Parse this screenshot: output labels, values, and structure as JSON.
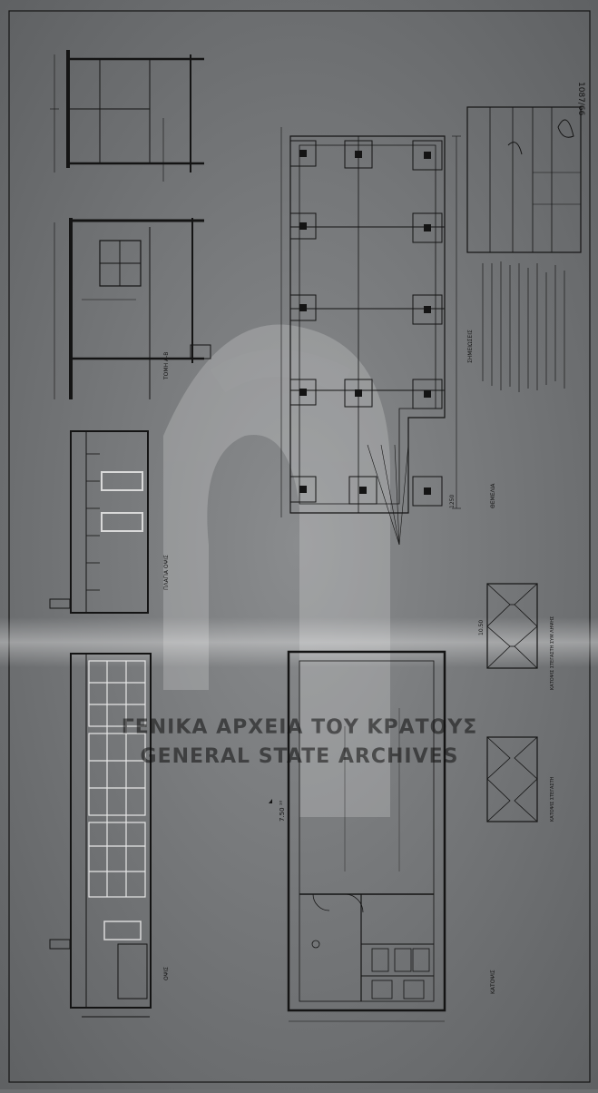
{
  "document": {
    "archive_ref": "1087/66",
    "watermark": {
      "line1": "ΓΕΝΙΚΑ ΑΡΧΕΙΑ ΤΟΥ ΚΡΑΤΟΥΣ",
      "line2": "GENERAL STATE ARCHIVES"
    },
    "labels": {
      "section_ab": "ΤΟΜΗ Α-Β",
      "side_view": "ΠΛΑΓΙΑ ΟΨΙΣ",
      "front_view": "ΟΨΙΣ",
      "notes_title": "ΣΗΜΕΙΩΣΕΙΣ",
      "foundation": "ΘΕΜΕΛΙΑ",
      "ground_plan": "ΚΑΤΟΨΙΣ",
      "roof_plan_a": "ΚΑΤΟΨΙΣ ΣΤΕΓΑΣΤΗ ΣΥΜ ΛΗΨΗΣ",
      "roof_plan_b": "ΚΑΤΟΨΙΣ ΣΤΕΓΑΣΤΗ"
    },
    "dimensions": {
      "level_marker": "7.50 ¹⁰",
      "overall_length": "1250",
      "roof_span": "10.50"
    }
  }
}
